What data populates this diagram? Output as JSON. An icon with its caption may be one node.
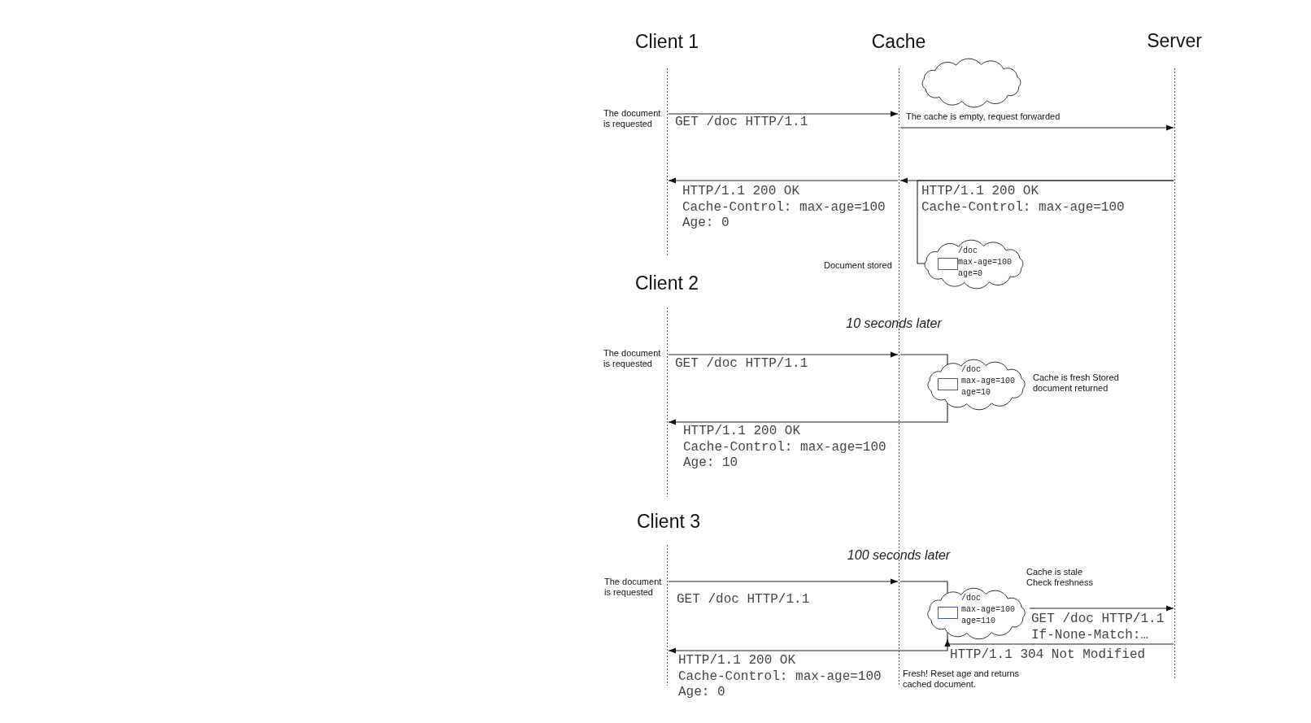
{
  "diagram": {
    "nodes": [
      {
        "text": [],
        "shape": "bar",
        "beside": [
          "Client 1",
          "The document is requested"
        ]
      },
      {
        "text": [],
        "shape": "bar",
        "beside": [
          "Cache"
        ]
      },
      {
        "text": [],
        "shape": "bar",
        "beside": [
          "Server"
        ]
      },
      {
        "text": [],
        "shape": "cloud"
      },
      {
        "text": [
          "/doc",
          "max-age=100",
          "age=0"
        ]
      },
      {
        "text": [],
        "shape": "box",
        "in": 4
      },
      {
        "text": [],
        "shape": "bar",
        "beside": [
          "Client 2",
          "The document is requested"
        ]
      },
      {
        "text": [
          "/doc",
          "max-age=100",
          "age=10"
        ],
        "beside": [
          "Cache is fresh Stored document returned"
        ]
      },
      {
        "text": [],
        "shape": "box",
        "in": 7
      },
      {
        "text": [],
        "shape": "bar",
        "beside": [
          "Client 3",
          "The document is requested"
        ]
      },
      {
        "text": [
          "/doc",
          "max-age=100",
          "age=110"
        ],
        "beside": [
          "Cache is stale Check freshness"
        ]
      },
      {
        "text": [],
        "shape": "box",
        "in": 10
      }
    ],
    "edges": [
      {
        "from": 0,
        "to": 1,
        "arrow": "to",
        "label": "GET /doc HTTP/1.1"
      },
      {
        "from": 1,
        "to": 2,
        "arrow": "to",
        "label": "The cache is empty, request forwarded"
      },
      {
        "from": 2,
        "to": 1,
        "arrow": "to",
        "label": "HTTP/1.1 200 OK Cache-Control: max-age=100"
      },
      {
        "from": 2,
        "to": 5,
        "arrow": "to"
      },
      {
        "from": 1,
        "to": 0,
        "arrow": "to",
        "label": "HTTP/1.1 200 OK Cache-Control: max-age=100 Age: 0"
      },
      {
        "from": 6,
        "to": 1,
        "arrow": "to",
        "label": "GET /doc HTTP/1.1"
      },
      {
        "from": 1,
        "to": 8,
        "arrow": "none"
      },
      {
        "from": 8,
        "to": 6,
        "arrow": "to",
        "label": "HTTP/1.1 200 OK Cache-Control: max-age=100 Age: 10"
      },
      {
        "from": 9,
        "to": 1,
        "arrow": "to",
        "label": "GET /doc HTTP/1.1"
      },
      {
        "from": 1,
        "to": 11,
        "arrow": "none"
      },
      {
        "from": 10,
        "to": 2,
        "arrow": "to",
        "label": "GET /doc HTTP/1.1 If-None-Match:…"
      },
      {
        "from": 2,
        "to": 10,
        "arrow": "to",
        "label": "HTTP/1.1 304 Not Modified"
      },
      {
        "from": 11,
        "to": 9,
        "arrow": "to",
        "label": "HTTP/1.1 200 OK Cache-Control: max-age=100 Age: 0"
      }
    ],
    "labels": [
      "Document stored",
      "10 seconds later",
      "100 seconds later",
      "Fresh! Reset age and returns cached document."
    ]
  }
}
